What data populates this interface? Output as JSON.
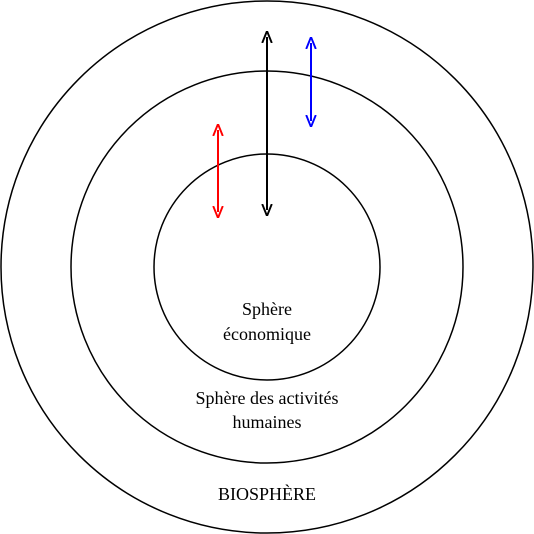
{
  "labels": {
    "economic_line1": "Sphère",
    "economic_line2": "économique",
    "human_line1": "Sphère des activités",
    "human_line2": "humaines",
    "biosphere": "BIOSPHÈRE"
  },
  "spheres": [
    {
      "name": "biosphere"
    },
    {
      "name": "human-activities"
    },
    {
      "name": "economic"
    }
  ],
  "arrows": [
    {
      "name": "exchange-arrow-red",
      "color": "#ff0000"
    },
    {
      "name": "exchange-arrow-black",
      "color": "#000000"
    },
    {
      "name": "exchange-arrow-blue",
      "color": "#0000ff"
    }
  ]
}
